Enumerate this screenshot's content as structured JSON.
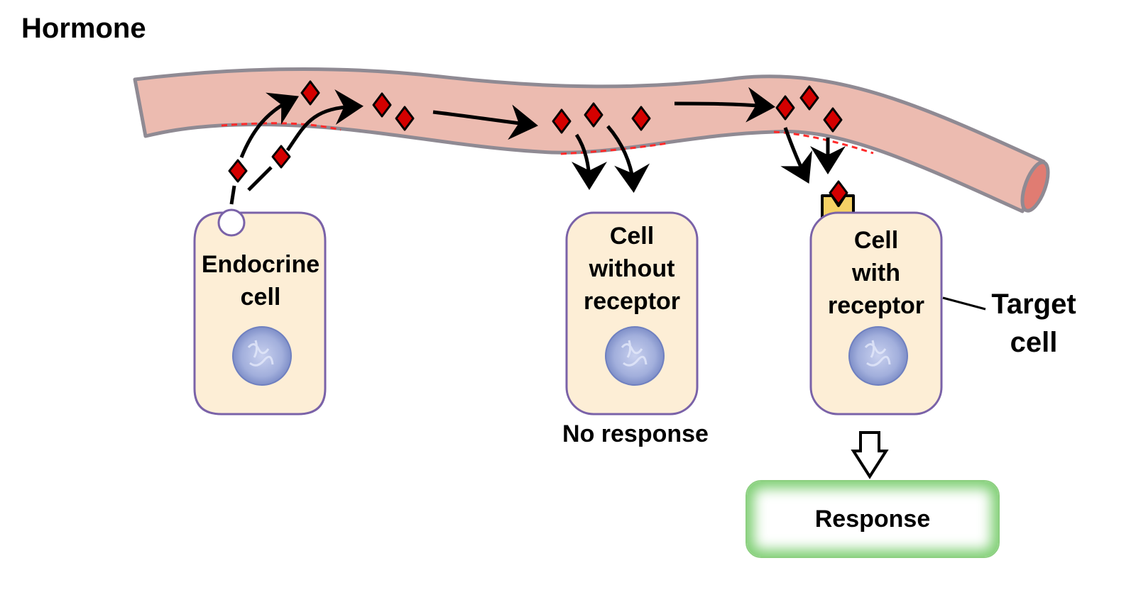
{
  "title": "Hormone",
  "labels": {
    "endocrine_cell": [
      "Endocrine",
      "cell"
    ],
    "cell_without_receptor": [
      "Cell",
      "without",
      "receptor"
    ],
    "cell_with_receptor": [
      "Cell",
      "with",
      "receptor"
    ],
    "target_cell": [
      "Target",
      "cell"
    ],
    "no_response": "No response",
    "response": "Response"
  },
  "colors": {
    "vessel_fill": "#ecbbb0",
    "vessel_stroke": "#8f8a93",
    "vessel_opening": "#e07c72",
    "hormone": "#d40000",
    "cell_fill": "#fdeed6",
    "cell_stroke": "#7a62a8",
    "nucleus": "#9aa8d8",
    "receptor": "#f5d165",
    "permeable_wall": "#ff2a2a",
    "response_glow": "#7fcf74"
  }
}
